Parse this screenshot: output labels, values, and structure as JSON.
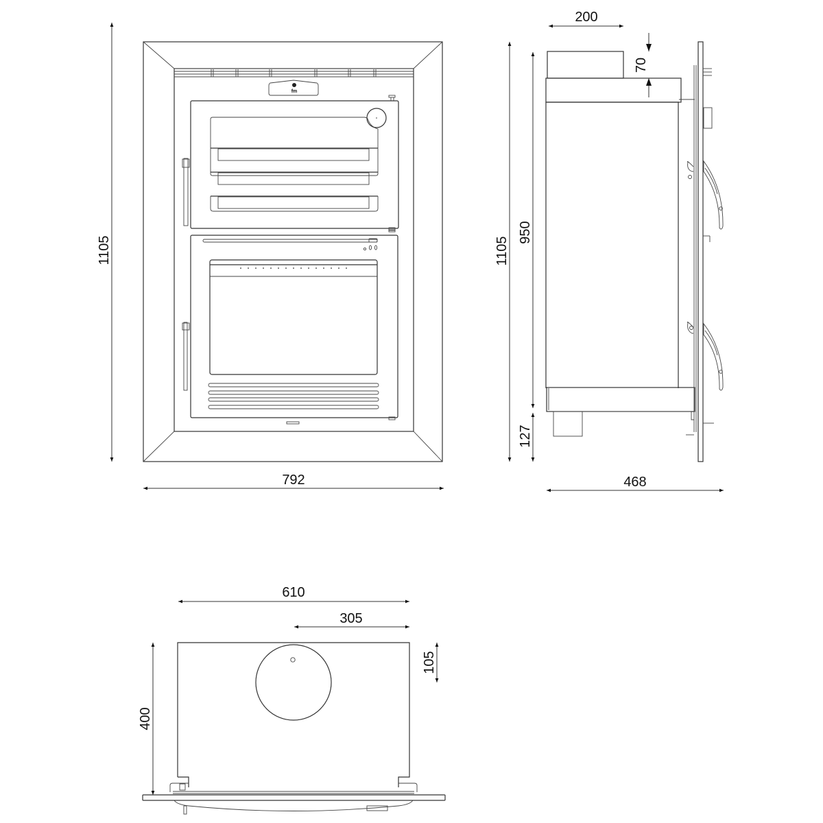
{
  "drawing": {
    "type": "technical-dimension-drawing",
    "subject": "insert stove / fireplace insert",
    "units": "mm"
  },
  "front_view": {
    "height_label": "1105",
    "width_label": "792",
    "logo_text": "fm"
  },
  "side_view": {
    "outlet_width_label": "200",
    "outlet_height_label": "70",
    "total_height_label": "1105",
    "body_height_label": "950",
    "base_offset_label": "127",
    "depth_label": "468"
  },
  "top_view": {
    "width_label": "610",
    "outlet_center_label": "305",
    "outlet_offset_label": "105",
    "depth_label": "400"
  },
  "colors": {
    "line": "#333333",
    "background": "#ffffff",
    "text": "#111111"
  }
}
